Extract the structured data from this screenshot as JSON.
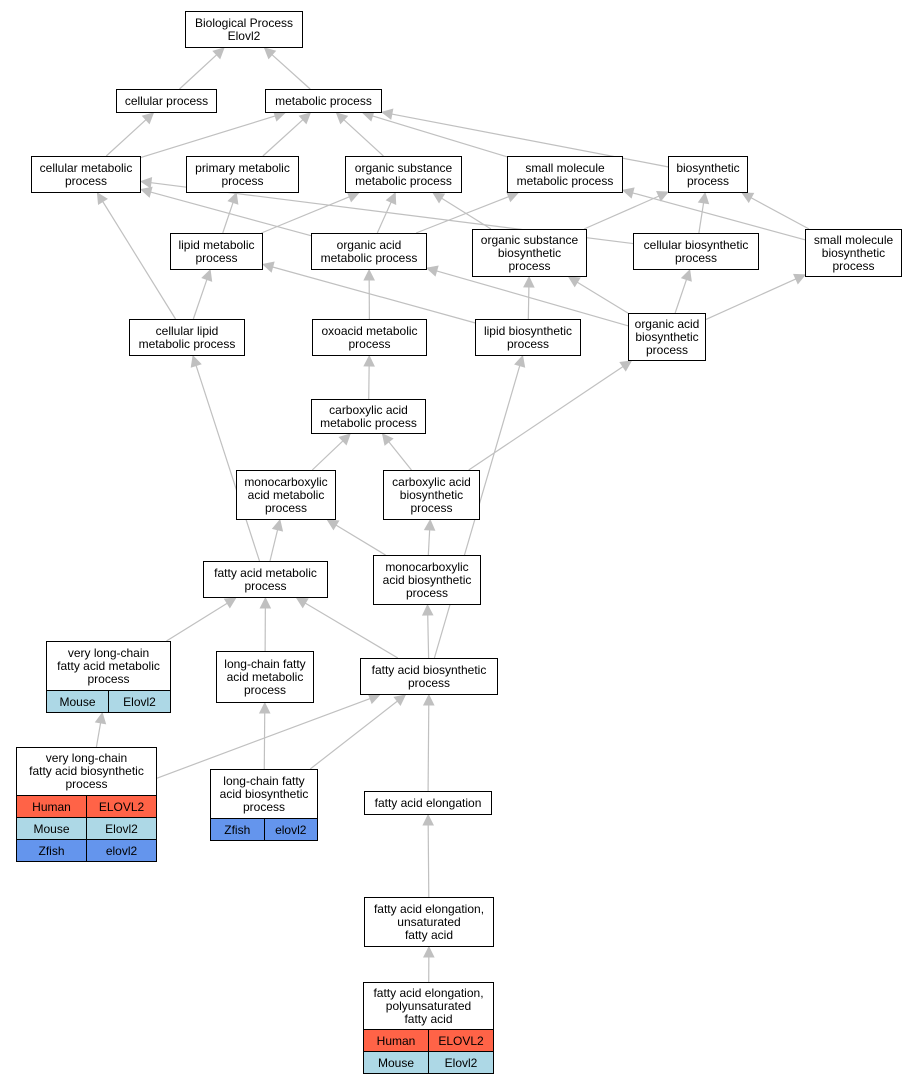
{
  "colors": {
    "edge": "#c0c0c0",
    "human": "#ff6347",
    "mouse": "#add8e6",
    "zfish": "#6495ed"
  },
  "nodes": {
    "bp": {
      "label": "Biological Process\nElovl2"
    },
    "cp": {
      "label": "cellular process"
    },
    "mp": {
      "label": "metabolic process"
    },
    "cmp": {
      "label": "cellular metabolic\nprocess"
    },
    "pmp": {
      "label": "primary metabolic\nprocess"
    },
    "osmp": {
      "label": "organic substance\nmetabolic process"
    },
    "smmp": {
      "label": "small molecule\nmetabolic process"
    },
    "bio": {
      "label": "biosynthetic\nprocess"
    },
    "lmp": {
      "label": "lipid metabolic\nprocess"
    },
    "oamp": {
      "label": "organic acid\nmetabolic process"
    },
    "osbp": {
      "label": "organic substance\nbiosynthetic\nprocess"
    },
    "cbp": {
      "label": "cellular biosynthetic\nprocess"
    },
    "smbp": {
      "label": "small molecule\nbiosynthetic\nprocess"
    },
    "clmp": {
      "label": "cellular lipid\nmetabolic process"
    },
    "oxmp": {
      "label": "oxoacid metabolic\nprocess"
    },
    "lbp": {
      "label": "lipid biosynthetic\nprocess"
    },
    "oabp": {
      "label": "organic acid\nbiosynthetic\nprocess"
    },
    "camp": {
      "label": "carboxylic acid\nmetabolic process"
    },
    "mcmp": {
      "label": "monocarboxylic\nacid metabolic\nprocess"
    },
    "cabp": {
      "label": "carboxylic acid\nbiosynthetic\nprocess"
    },
    "famp": {
      "label": "fatty acid metabolic\nprocess"
    },
    "mcbp": {
      "label": "monocarboxylic\nacid biosynthetic\nprocess"
    },
    "vlcfamp": {
      "label": "very long-chain\nfatty acid metabolic\nprocess",
      "genes": [
        {
          "species": "Mouse",
          "gene": "Elovl2"
        }
      ]
    },
    "lcfamp": {
      "label": "long-chain fatty\nacid metabolic\nprocess"
    },
    "fabp": {
      "label": "fatty acid biosynthetic\nprocess"
    },
    "vlcfabp": {
      "label": "very long-chain\nfatty acid biosynthetic\nprocess",
      "genes": [
        {
          "species": "Human",
          "gene": "ELOVL2"
        },
        {
          "species": "Mouse",
          "gene": "Elovl2"
        },
        {
          "species": "Zfish",
          "gene": "elovl2"
        }
      ]
    },
    "lcfabp": {
      "label": "long-chain fatty\nacid biosynthetic\nprocess",
      "genes": [
        {
          "species": "Zfish",
          "gene": "elovl2"
        }
      ]
    },
    "fae": {
      "label": "fatty acid elongation"
    },
    "faeu": {
      "label": "fatty acid elongation,\nunsaturated\nfatty acid"
    },
    "faep": {
      "label": "fatty acid elongation,\npolyunsaturated\nfatty acid",
      "genes": [
        {
          "species": "Human",
          "gene": "ELOVL2"
        },
        {
          "species": "Mouse",
          "gene": "Elovl2"
        }
      ]
    }
  }
}
